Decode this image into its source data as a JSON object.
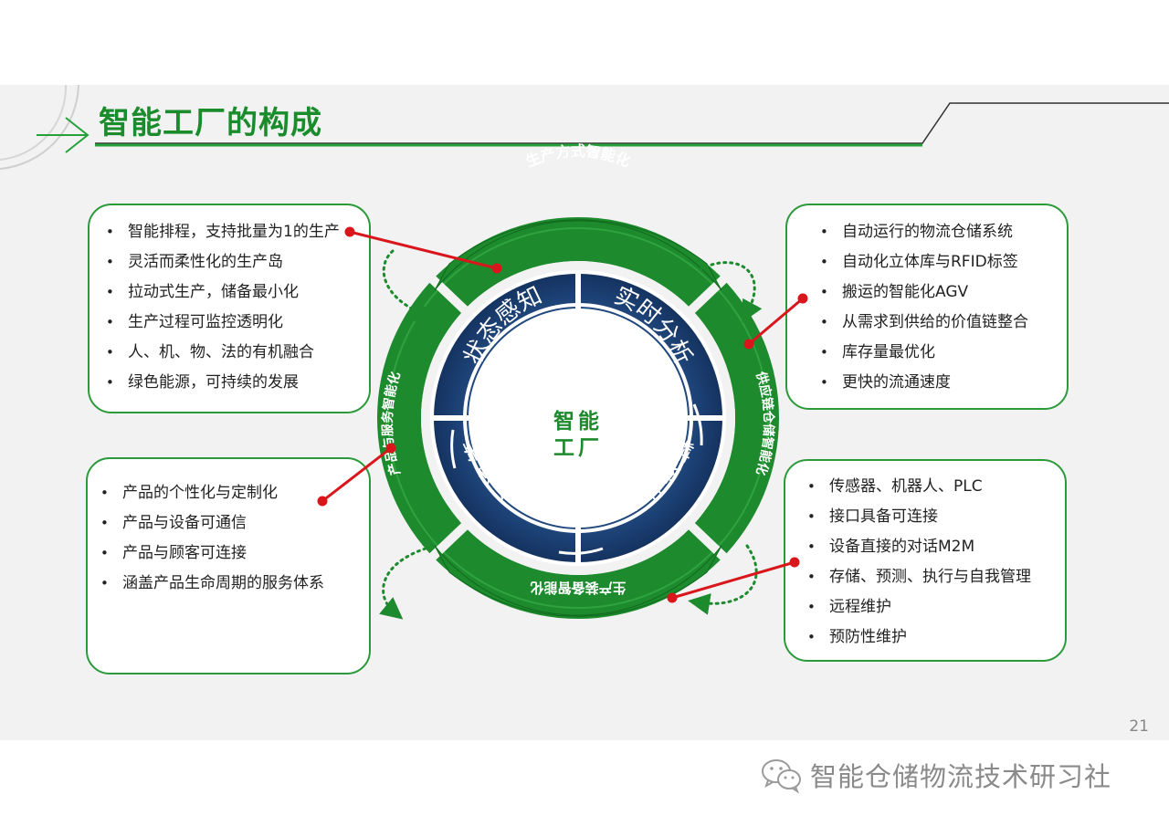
{
  "title": "智能工厂的构成",
  "page_number": "21",
  "center": {
    "line1": "智能",
    "line2": "工厂"
  },
  "outer_ring": {
    "top": "生产方式智能化",
    "right": "供应链仓储智能化",
    "bottom": "生产装备智能化",
    "left": "产品与服务智能化"
  },
  "inner_ring": {
    "top_left": "状态感知",
    "top_right": "实时分析",
    "bottom_right": "精准执行",
    "bottom_left": "自主决策"
  },
  "boxes": {
    "top_left": [
      "智能排程，支持批量为1的生产",
      "灵活而柔性化的生产岛",
      "拉动式生产，储备最小化",
      "生产过程可监控透明化",
      "人、机、物、法的有机融合",
      "绿色能源，可持续的发展"
    ],
    "top_right": [
      "自动运行的物流仓储系统",
      "自动化立体库与RFID标签",
      "搬运的智能化AGV",
      "从需求到供给的价值链整合",
      "库存量最优化",
      "更快的流通速度"
    ],
    "bottom_left": [
      "产品的个性化与定制化",
      "产品与设备可通信",
      "产品与顾客可连接",
      "涵盖产品生命周期的服务体系"
    ],
    "bottom_right": [
      "传感器、机器人、PLC",
      "接口具备可连接",
      "设备直接的对话M2M",
      "存储、预测、执行与自我管理",
      "远程维护",
      "预防性维护"
    ]
  },
  "watermark": {
    "text": "智能仓储物流技术研习社",
    "icon": "wechat-icon"
  },
  "colors": {
    "green": "#1e8a2e",
    "dark_green": "#0f6a1c",
    "navy": "#1c3f73",
    "red": "#d9161c",
    "title_green": "#1a8c2c"
  }
}
